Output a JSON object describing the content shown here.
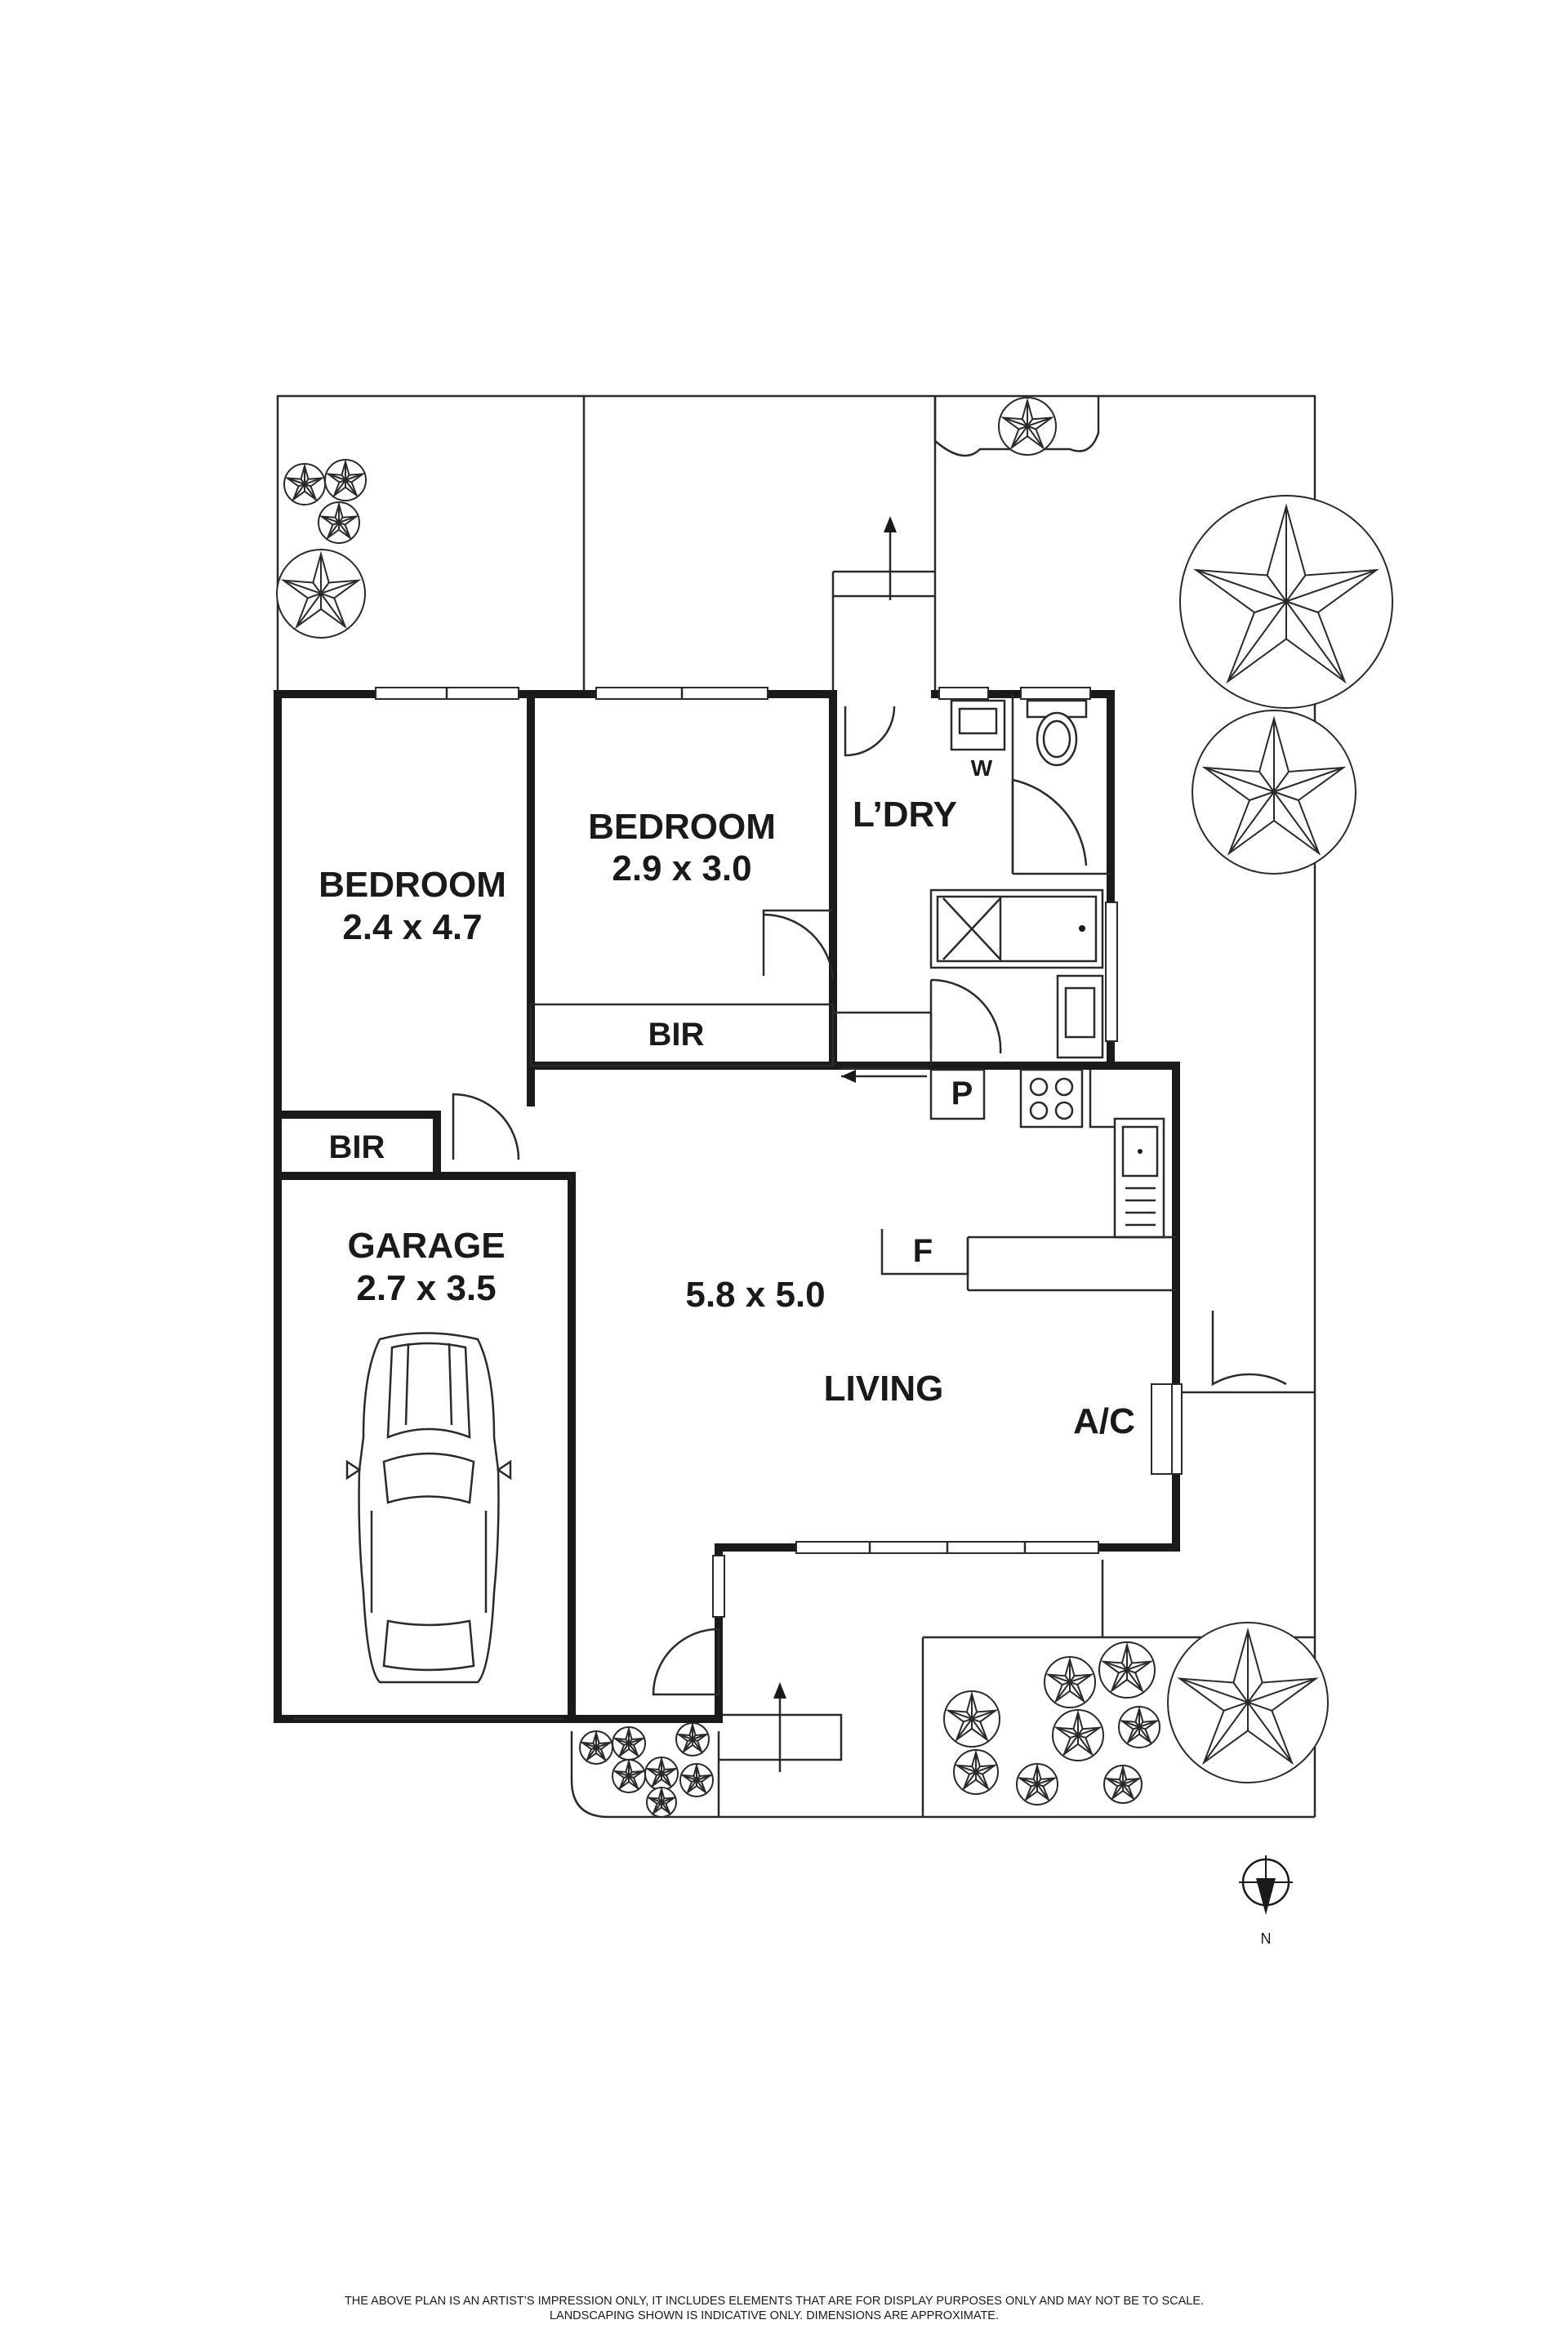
{
  "rooms": {
    "bedroom_left": {
      "name": "BEDROOM",
      "size": "2.4 x 4.7"
    },
    "bedroom_middle": {
      "name": "BEDROOM",
      "size": "2.9 x 3.0"
    },
    "laundry": {
      "name": "L’DRY"
    },
    "wc": {
      "name": "W"
    },
    "bir_middle": {
      "name": "BIR"
    },
    "bir_left": {
      "name": "BIR"
    },
    "pantry": {
      "name": "P"
    },
    "fridge": {
      "name": "F"
    },
    "garage": {
      "name": "GARAGE",
      "size": "2.7 x 3.5"
    },
    "living": {
      "name": "LIVING",
      "size": "5.8 x 5.0"
    },
    "aircon": {
      "name": "A/C"
    }
  },
  "compass": {
    "label": "N"
  },
  "disclaimer": {
    "line1": "THE ABOVE PLAN IS AN ARTIST’S IMPRESSION ONLY, IT INCLUDES ELEMENTS THAT ARE FOR DISPLAY PURPOSES ONLY AND MAY NOT BE TO SCALE.",
    "line2": "LANDSCAPING SHOWN IS INDICATIVE ONLY. DIMENSIONS ARE APPROXIMATE."
  },
  "colors": {
    "ink": "#1a1a1a",
    "background": "#ffffff"
  }
}
